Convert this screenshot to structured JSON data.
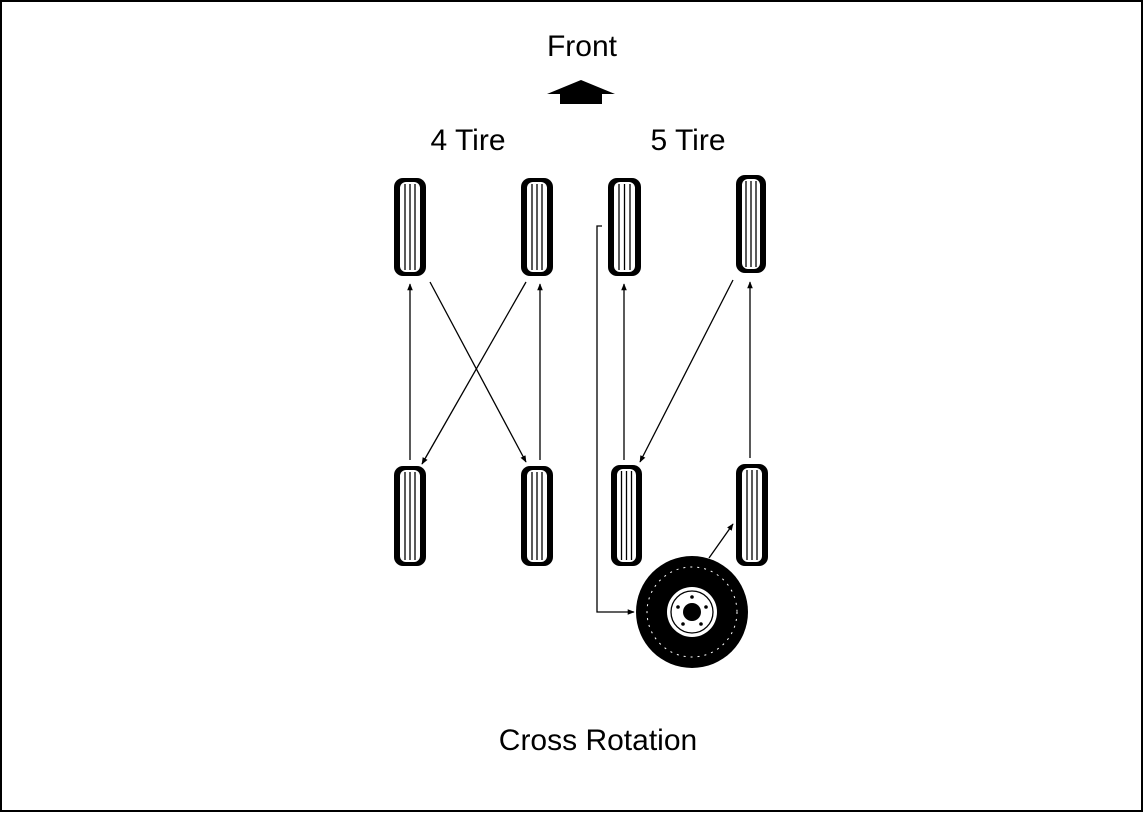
{
  "labels": {
    "front": "Front",
    "four_tire": "4 Tire",
    "five_tire": "5 Tire",
    "caption": "Cross Rotation"
  },
  "icons": {
    "direction": "up-arrow-icon",
    "tire": "tire-tread-icon",
    "spare": "spare-wheel-icon"
  },
  "colors": {
    "ink": "#000000",
    "paper": "#ffffff"
  }
}
